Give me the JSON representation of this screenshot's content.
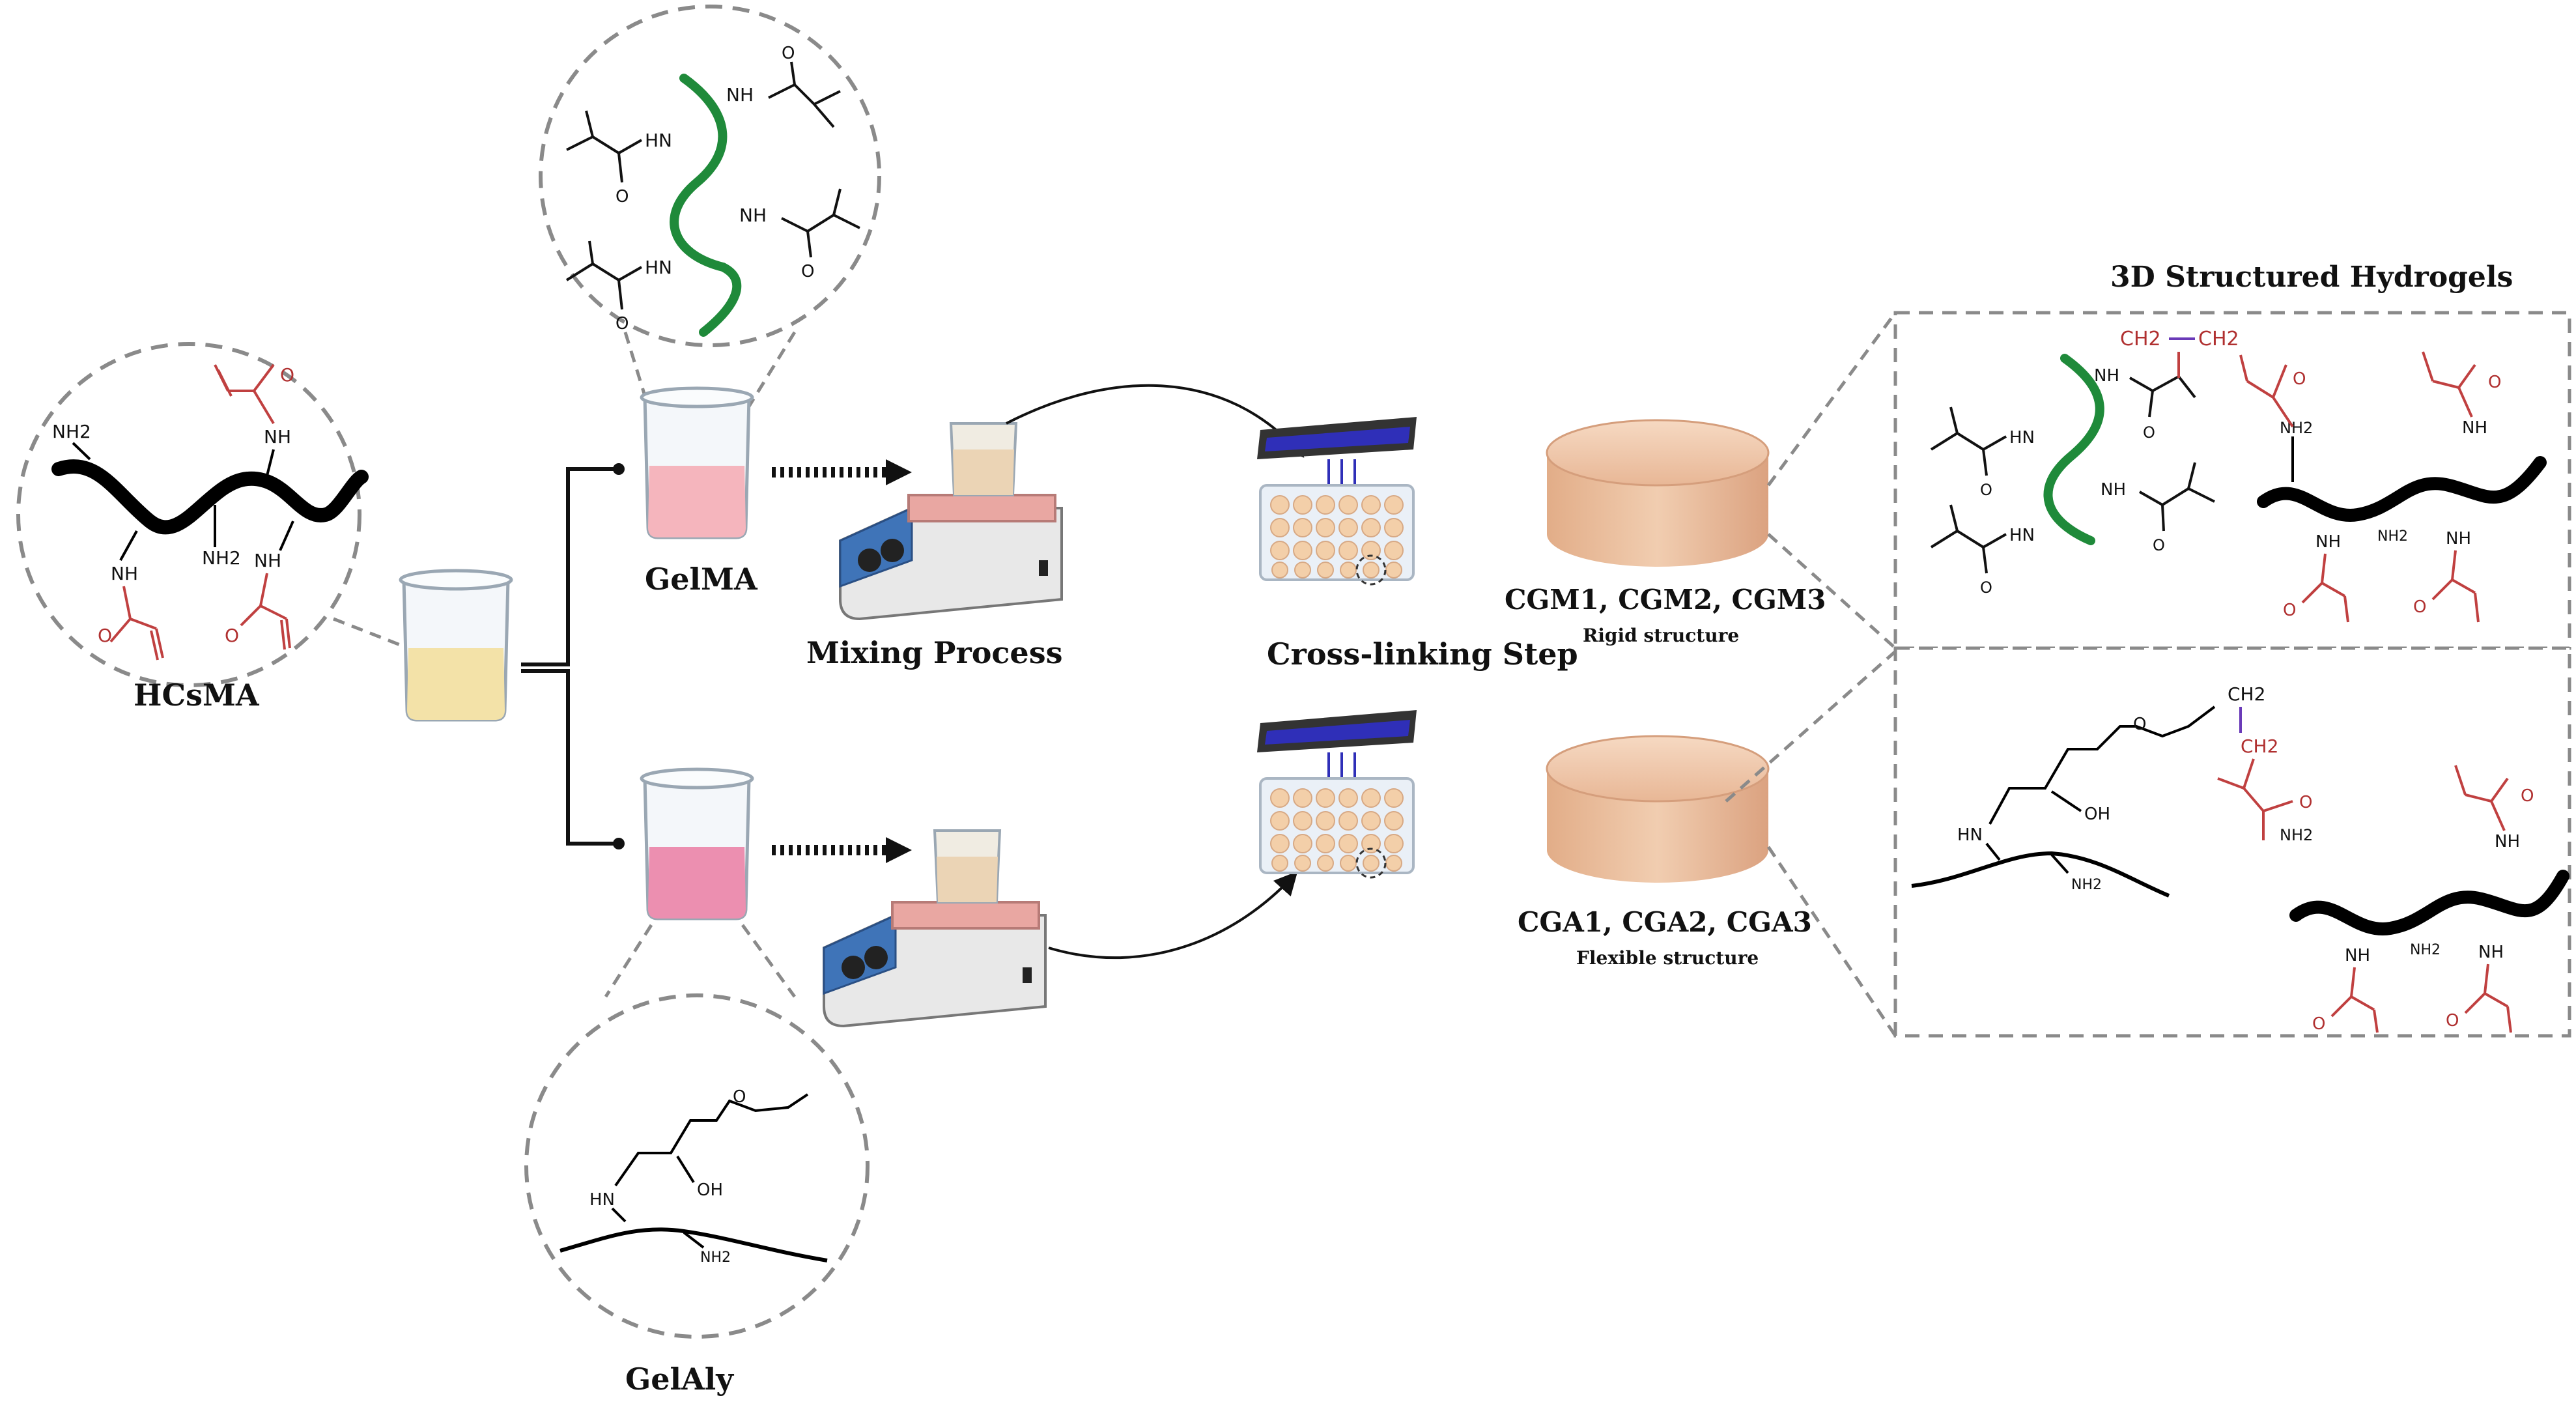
{
  "labels": {
    "hcsma": "HCsMA",
    "gelma": "GelMA",
    "gelaly": "GelAly",
    "mixing": "Mixing Process",
    "crosslinking": "Cross-linking Step",
    "hydrogels_title": "3D Structured Hydrogels",
    "cgm_label": "CGM1, CGM2, CGM3",
    "cgm_desc": "Rigid structure",
    "cga_label": "CGA1, CGA2, CGA3",
    "cga_desc": "Flexible structure"
  },
  "chem": {
    "nh2": "NH2",
    "nh": "NH",
    "hn": "HN",
    "o": "O",
    "oh": "OH",
    "ch2": "CH2"
  },
  "colors": {
    "backbone": "#000000",
    "gelatin_chain": "#1f8a3a",
    "methacrylate": "#c04040",
    "beaker_yellow": "#f3e2a8",
    "beaker_pink_light": "#f5b5bd",
    "beaker_pink": "#ec8fb0",
    "hydrogel_disk": "#efc6a6",
    "stirrer_blue": "#3f74b8",
    "uv_lamp": "#2f2fb8",
    "dash": "#8a8a8a"
  },
  "icons": [
    "beaker-icon",
    "magnetic-stirrer-icon",
    "uv-lamp-icon",
    "well-plate-icon",
    "hydrogel-disk-icon"
  ]
}
